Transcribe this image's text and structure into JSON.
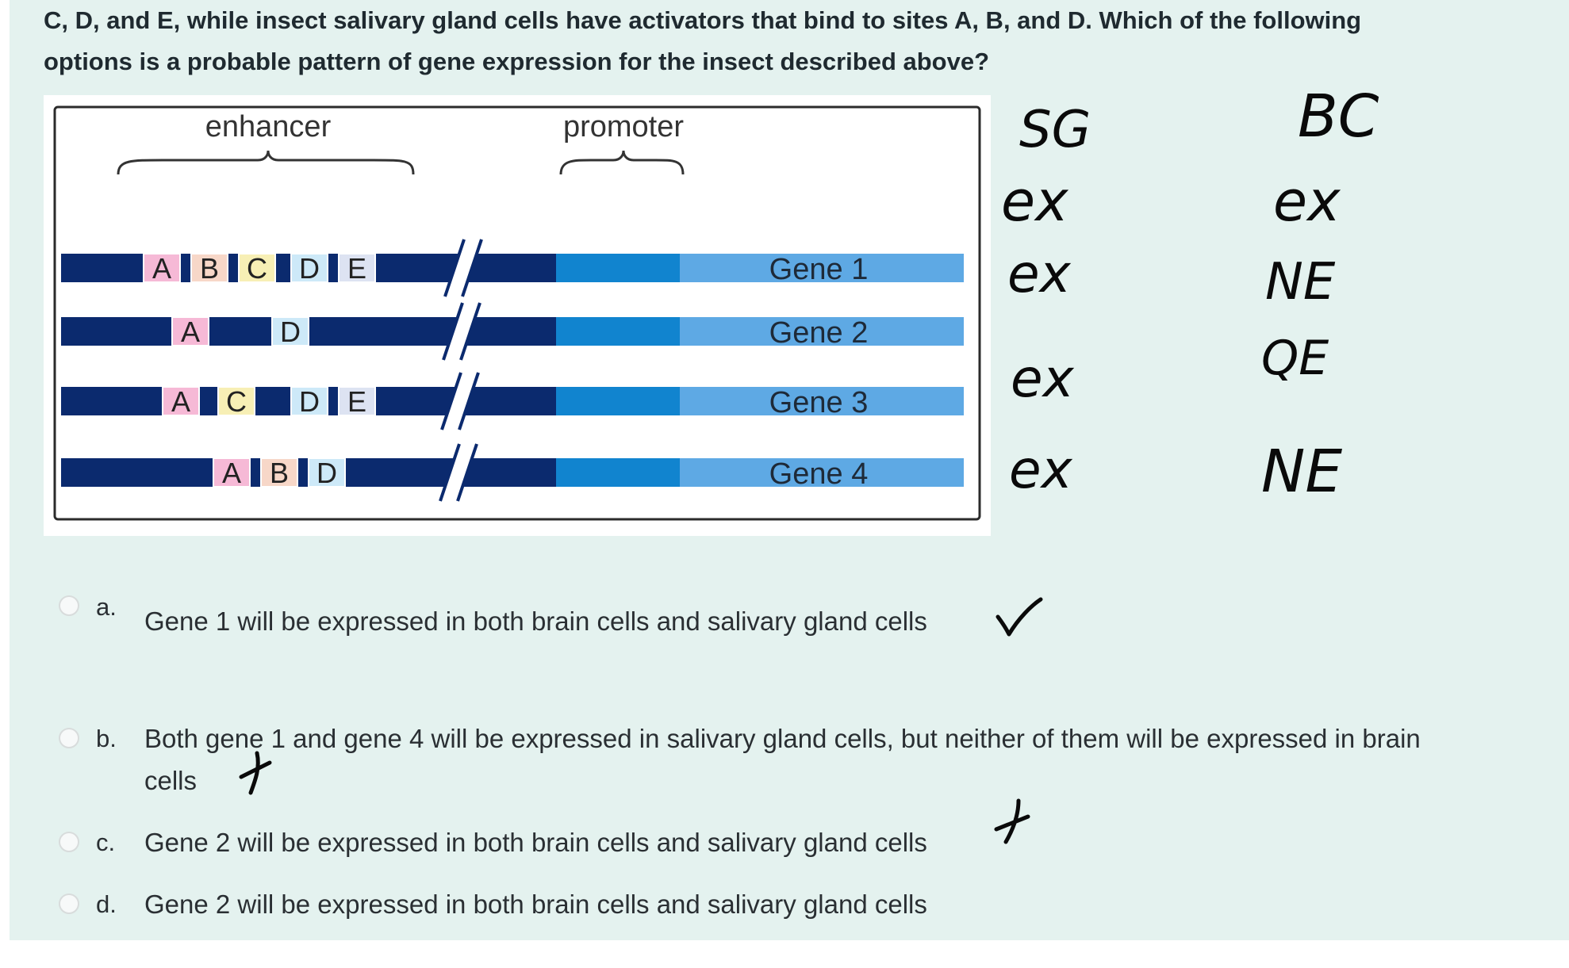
{
  "question": {
    "line1": "C, D, and E, while insect salivary gland cells have activators that bind to sites A, B, and D. Which of the following",
    "line2": "options is a probable pattern of gene expression for the insect described above?"
  },
  "diagram": {
    "enhancer_label": "enhancer",
    "promoter_label": "promoter",
    "genes": [
      {
        "name": "Gene 1",
        "sites": [
          "A",
          "B",
          "C",
          "D",
          "E"
        ]
      },
      {
        "name": "Gene 2",
        "sites": [
          "A",
          "D"
        ]
      },
      {
        "name": "Gene 3",
        "sites": [
          "A",
          "C",
          "D",
          "E"
        ]
      },
      {
        "name": "Gene 4",
        "sites": [
          "A",
          "B",
          "D"
        ]
      }
    ],
    "site_colors": {
      "A": "#f6b9d6",
      "B": "#f7d7c8",
      "C": "#f7efb5",
      "D": "#cde9f8",
      "E": "#dde3f2"
    },
    "colors": {
      "dna_dark": "#0b2a6e",
      "promoter": "#1184cf",
      "gene": "#5ea9e4"
    }
  },
  "handwriting": {
    "header_sg": "SG",
    "header_bc": "BC",
    "sg_col": [
      "ex",
      "ex",
      "ex",
      "ex"
    ],
    "bc_col": [
      "ex",
      "NE",
      "QE",
      "NE"
    ]
  },
  "options": [
    {
      "letter": "a.",
      "lines": [
        "Gene 1 will be expressed in both brain cells and salivary gland cells"
      ]
    },
    {
      "letter": "b.",
      "lines": [
        "Both gene 1 and gene 4 will be expressed in salivary gland cells, but neither of them will be expressed in brain",
        "cells"
      ]
    },
    {
      "letter": "c.",
      "lines": [
        "Gene 2 will be expressed in both brain cells and salivary gland cells"
      ]
    },
    {
      "letter": "d.",
      "lines": [
        "Gene 2 will be expressed in both brain cells and salivary gland cells"
      ]
    }
  ]
}
